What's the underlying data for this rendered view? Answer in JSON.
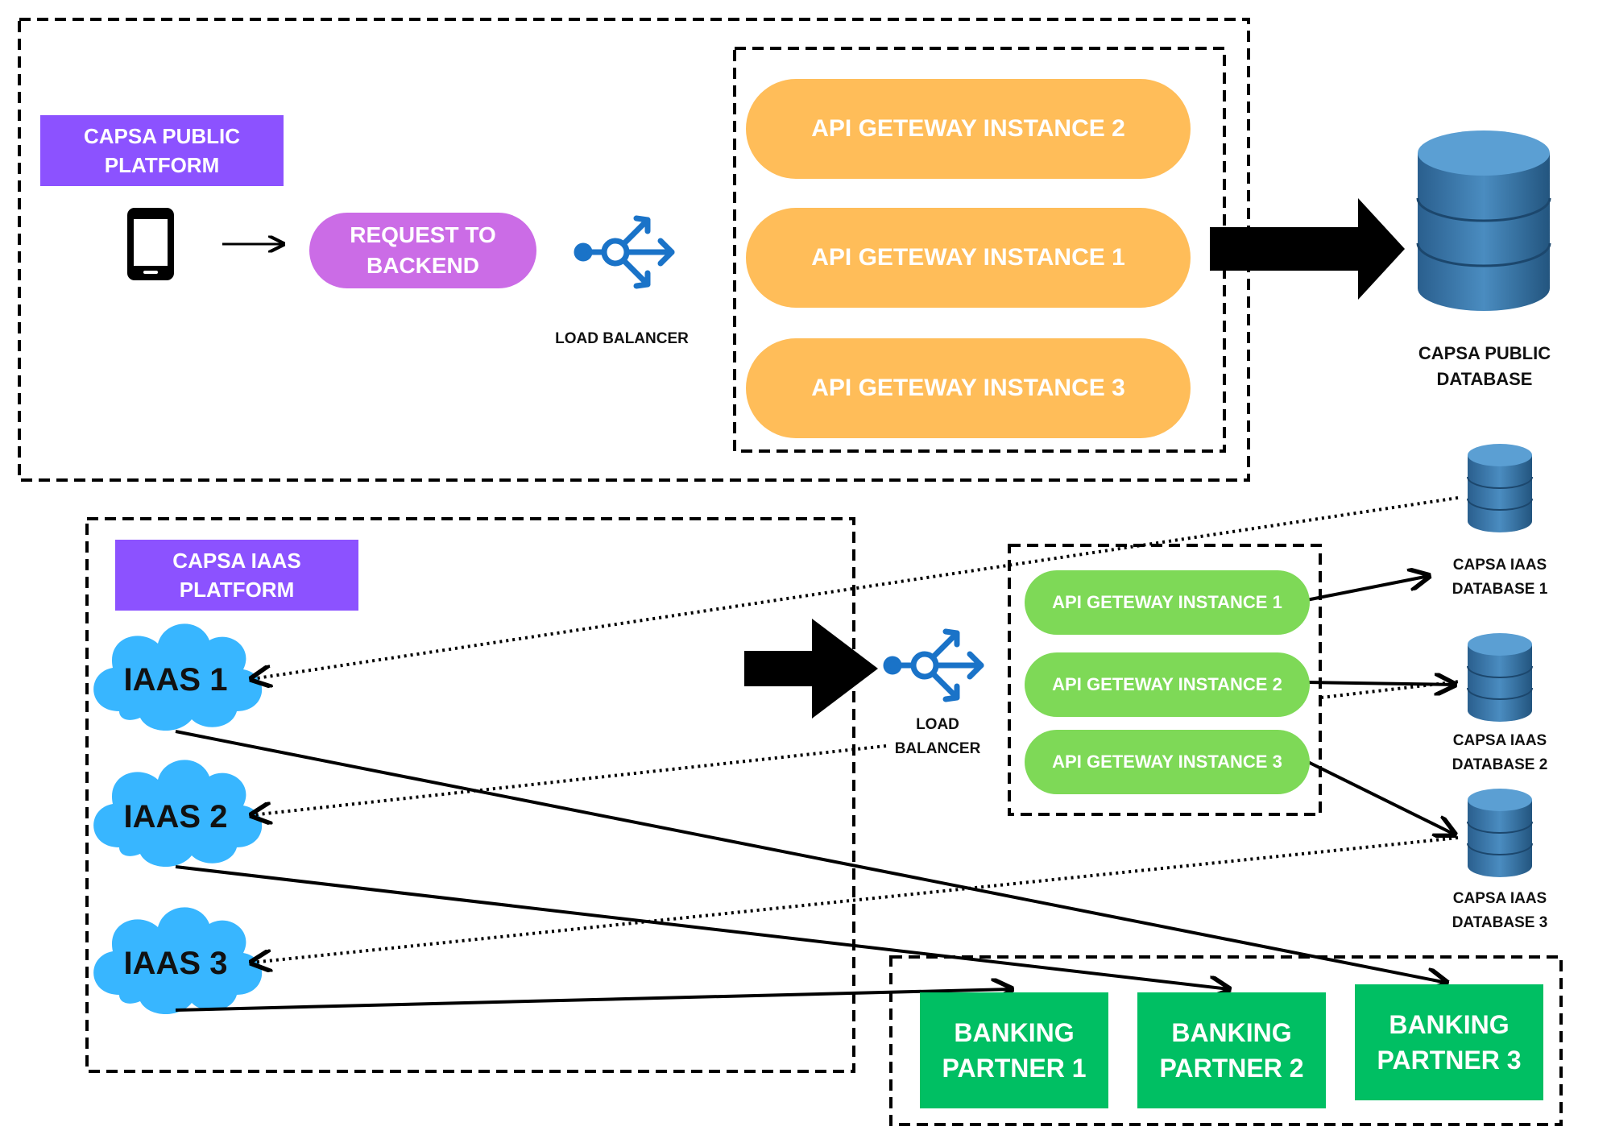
{
  "top": {
    "platform_title": "CAPSA PUBLIC\nPLATFORM",
    "request_label": "REQUEST TO\nBACKEND",
    "load_balancer_label": "LOAD BALANCER",
    "gateway_instances": [
      "API GETEWAY INSTANCE 2",
      "API GETEWAY INSTANCE 1",
      "API GETEWAY INSTANCE 3"
    ],
    "database_label": "CAPSA PUBLIC\nDATABASE"
  },
  "bottom": {
    "platform_title": "CAPSA IAAS\nPLATFORM",
    "iaas": [
      "IAAS 1",
      "IAAS 2",
      "IAAS 3"
    ],
    "load_balancer_label": "LOAD\nBALANCER",
    "gateway_instances": [
      "API GETEWAY INSTANCE 1",
      "API GETEWAY INSTANCE 2",
      "API GETEWAY INSTANCE 3"
    ],
    "databases": [
      "CAPSA IAAS\nDATABASE 1",
      "CAPSA IAAS\nDATABASE 2",
      "CAPSA IAAS\nDATABASE 3"
    ],
    "banking_partners": [
      "BANKING\nPARTNER 1",
      "BANKING\nPARTNER 2",
      "BANKING\nPARTNER 3"
    ]
  },
  "colors": {
    "platform": "#8c52ff",
    "request_pill": "#cb6ce6",
    "gateway_orange": "#ffbd59",
    "gateway_green": "#7ed957",
    "banking": "#00bf63",
    "cloud": "#38b6ff",
    "load_balancer": "#1a73c8",
    "database": "#3a78aa"
  },
  "icons": {
    "phone": "smartphone-icon",
    "load_balancer": "load-balancer-icon",
    "database": "database-cylinder-icon",
    "cloud": "cloud-icon"
  }
}
